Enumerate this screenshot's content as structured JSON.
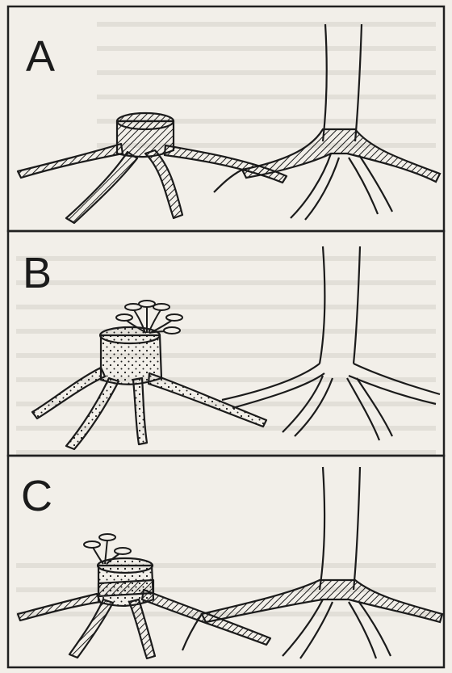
{
  "figure": {
    "panels": [
      {
        "id": "A",
        "letter": "A",
        "stump": "stump-hatched",
        "tree_base": "tree-base-hatched",
        "fruiting_bodies": 0
      },
      {
        "id": "B",
        "letter": "B",
        "stump": "stump-stippled",
        "tree_base": "tree-base-clear",
        "fruiting_bodies": 6
      },
      {
        "id": "C",
        "letter": "C",
        "stump": "stump-stippled-and-hatched",
        "tree_base": "tree-base-hatched",
        "fruiting_bodies": 3
      }
    ],
    "colors": {
      "ink": "#1b1b1b",
      "paper": "#f2efe9",
      "frame": "#202020"
    }
  }
}
